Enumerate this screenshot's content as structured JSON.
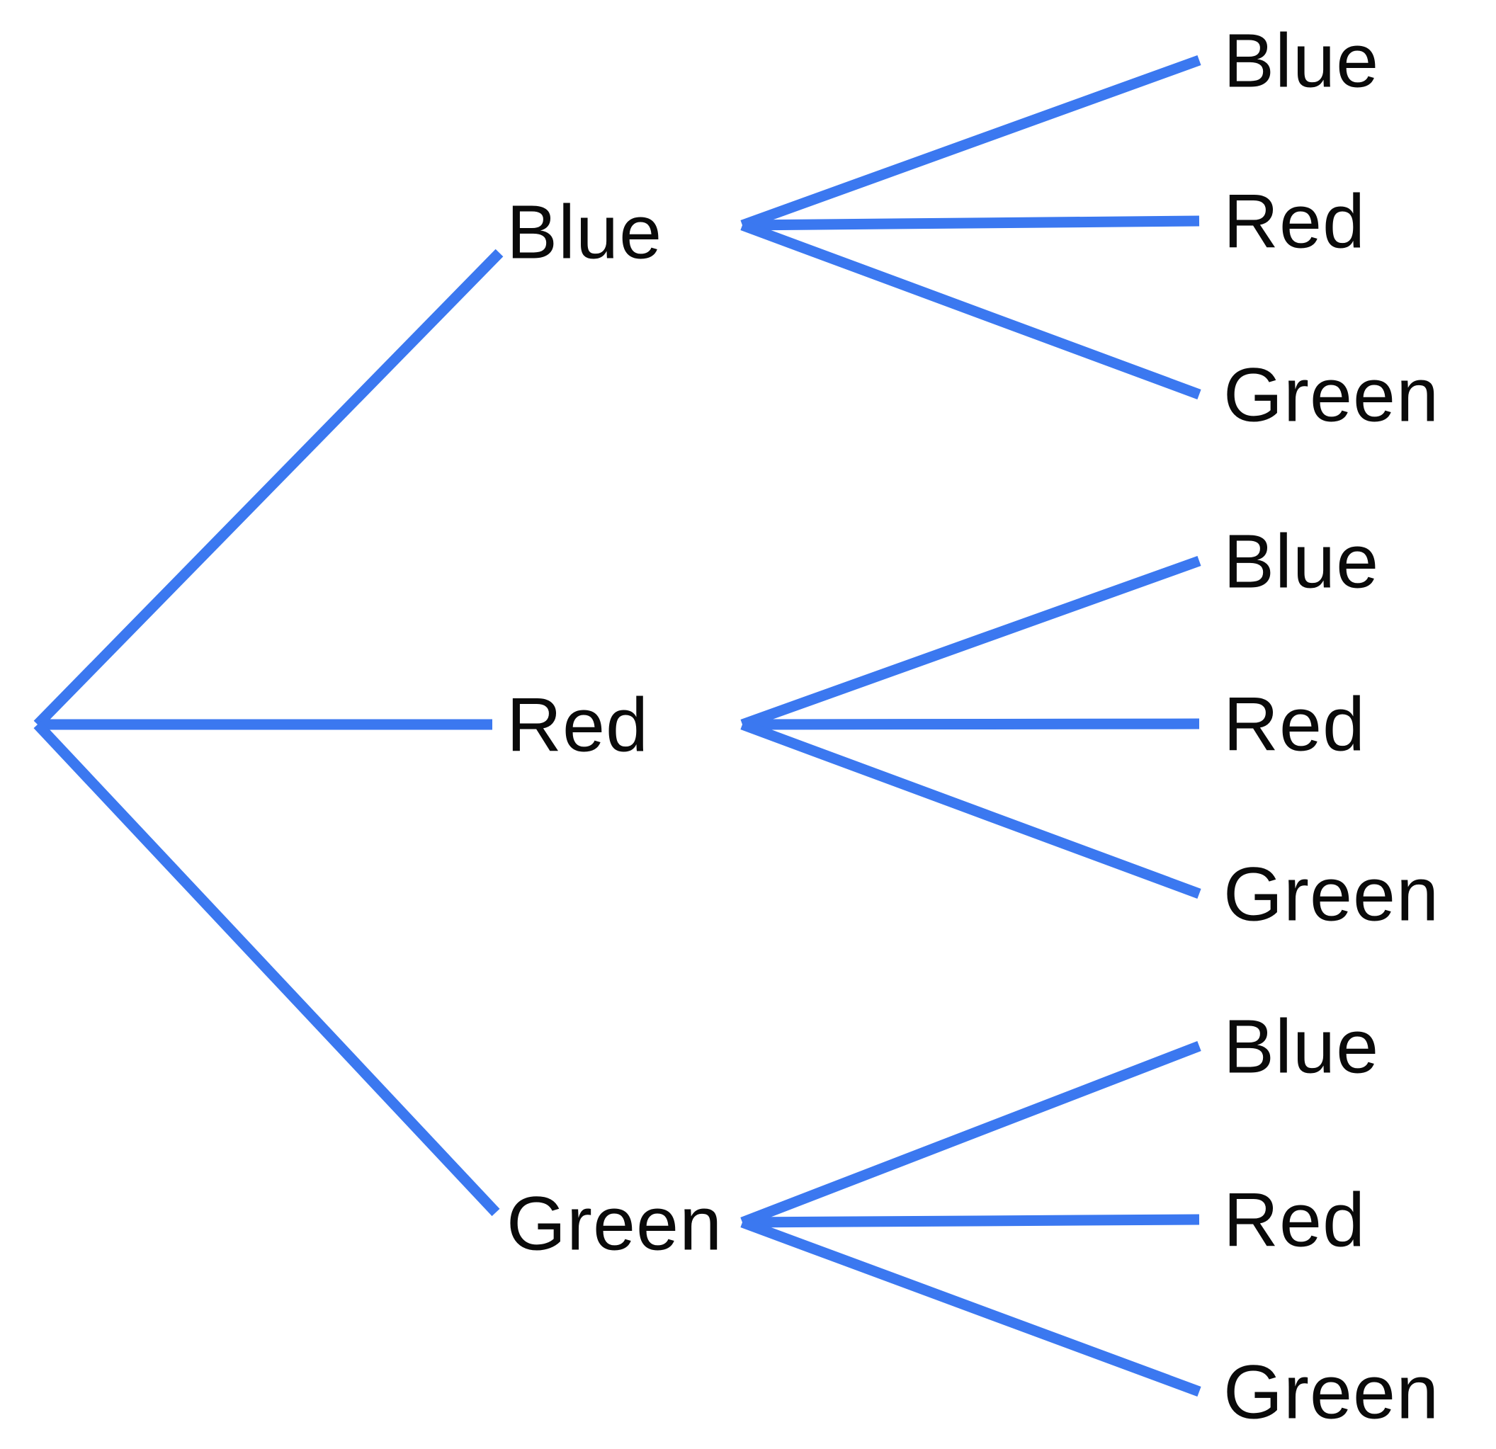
{
  "colors": {
    "branch": "#3B78F0",
    "label": "#0A0A0A",
    "background": "#FFFFFF"
  },
  "tree": {
    "children": [
      {
        "label": "Blue",
        "children": [
          {
            "label": "Blue"
          },
          {
            "label": "Red"
          },
          {
            "label": "Green"
          }
        ]
      },
      {
        "label": "Red",
        "children": [
          {
            "label": "Blue"
          },
          {
            "label": "Red"
          },
          {
            "label": "Green"
          }
        ]
      },
      {
        "label": "Green",
        "children": [
          {
            "label": "Blue"
          },
          {
            "label": "Red"
          },
          {
            "label": "Green"
          }
        ]
      }
    ]
  }
}
